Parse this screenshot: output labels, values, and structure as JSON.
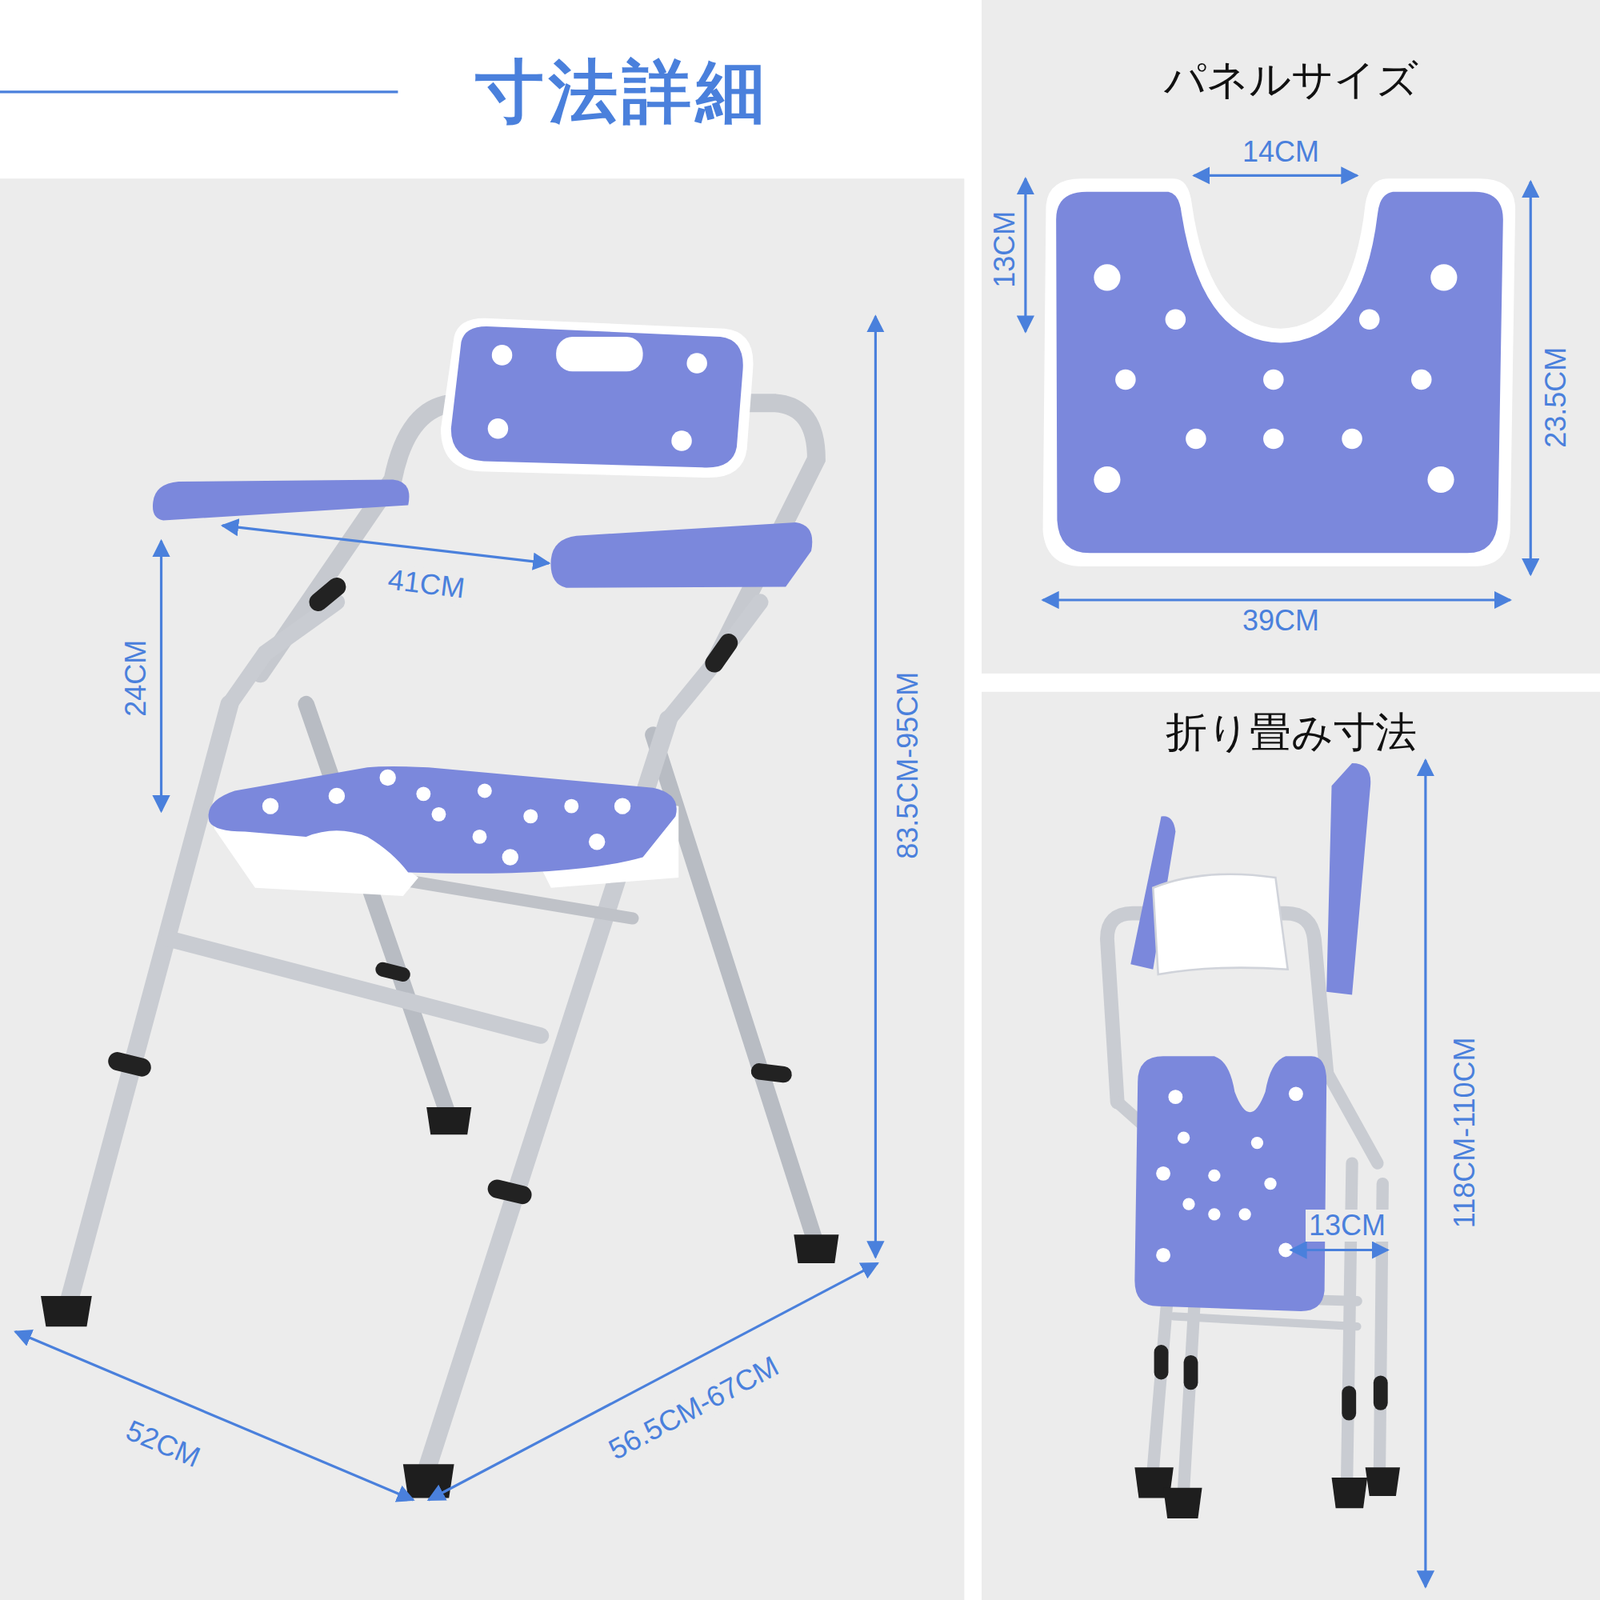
{
  "diagram": {
    "title": "寸法詳細",
    "nodes": [
      {
        "text": [
          "パネルサイズ"
        ]
      },
      {
        "text": [
          "折り畳み寸法"
        ]
      }
    ],
    "labels": [
      "41CM",
      "24CM",
      "83.5CM-95CM",
      "52CM",
      "56.5CM-67CM",
      "14CM",
      "13CM",
      "23.5CM",
      "39CM",
      "118CM-110CM",
      "13CM"
    ]
  }
}
